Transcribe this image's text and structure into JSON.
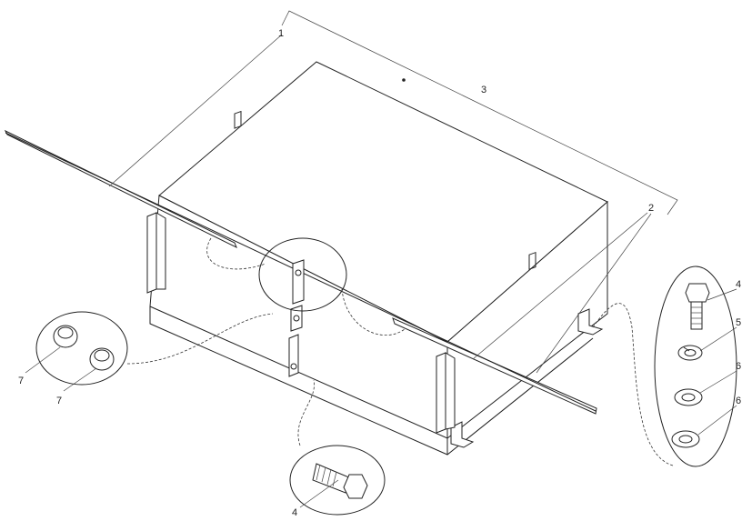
{
  "diagram": {
    "callouts": {
      "c1": "1",
      "c2": "2",
      "c3": "3",
      "c4a": "4",
      "c4b": "4",
      "c5": "5",
      "c6a": "6",
      "c6b": "6",
      "c7a": "7",
      "c7b": "7"
    },
    "colors": {
      "line": "#222222",
      "watermark_light": "#c9d0d0",
      "watermark_dark": "#b0b8b8"
    }
  }
}
